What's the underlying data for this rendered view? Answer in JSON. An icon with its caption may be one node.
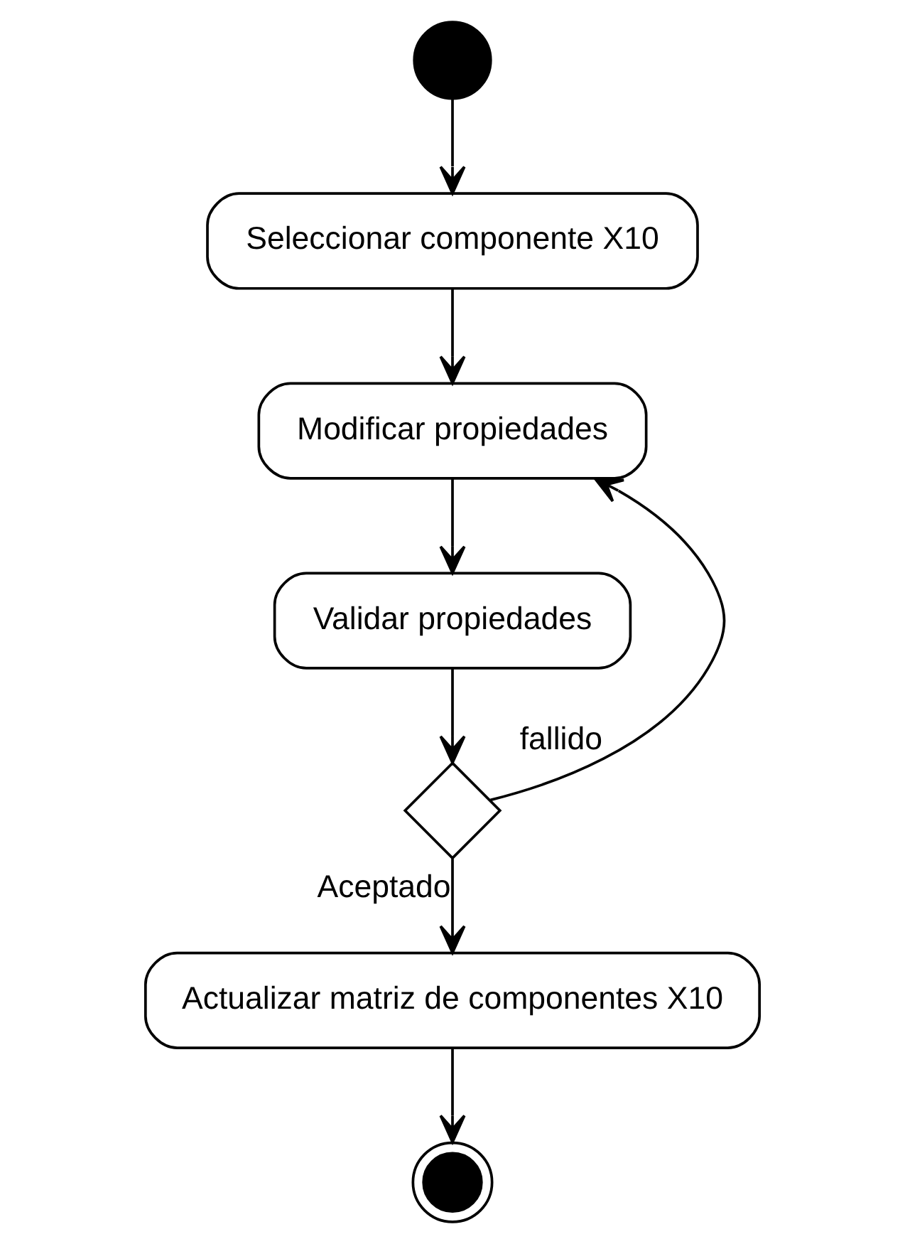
{
  "diagram": {
    "nodes": [
      {
        "text": [],
        "shape": "circle"
      },
      {
        "text": [
          "Seleccionar componente X10"
        ]
      },
      {
        "text": [
          "Modificar propiedades"
        ]
      },
      {
        "text": [
          "Validar propiedades"
        ]
      },
      {
        "text": [],
        "shape": "diamond"
      },
      {
        "text": [
          "Actualizar matriz de componentes X10"
        ]
      },
      {
        "text": [],
        "shape": "circle"
      }
    ],
    "edges": [
      {
        "from": 0,
        "to": 1,
        "arrow": "to"
      },
      {
        "from": 1,
        "to": 2,
        "arrow": "to"
      },
      {
        "from": 2,
        "to": 3,
        "arrow": "to"
      },
      {
        "from": 3,
        "to": 4,
        "arrow": "to"
      },
      {
        "from": 4,
        "to": 2,
        "arrow": "to",
        "label": "fallido"
      },
      {
        "from": 4,
        "to": 5,
        "arrow": "to",
        "label": "Aceptado"
      },
      {
        "from": 5,
        "to": 6,
        "arrow": "to"
      }
    ]
  }
}
